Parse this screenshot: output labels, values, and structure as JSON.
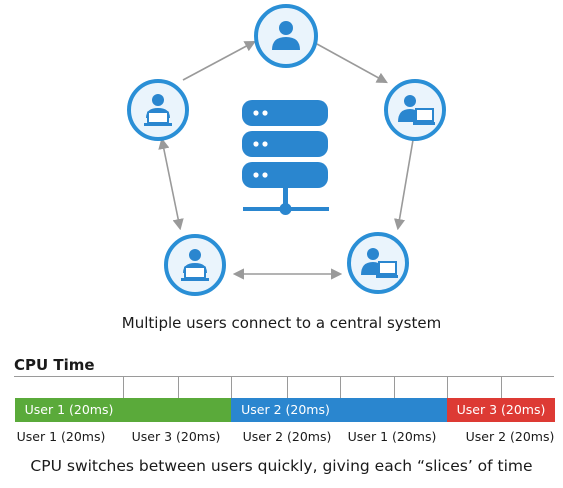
{
  "caption": "Multiple users connect to a central system",
  "cpu_time_title": "CPU Time",
  "segments": [
    {
      "label": "User 1 (20ms)",
      "color": "#5aaa3a"
    },
    {
      "label": "",
      "color": "#5aaa3a"
    },
    {
      "label": "User 2 (20ms)",
      "color": "#2a86cf"
    },
    {
      "label": "",
      "color": "#2a86cf"
    },
    {
      "label": "User 3 (20ms)",
      "color": "#dd3a34"
    }
  ],
  "under_labels": [
    "User 1 (20ms)",
    "User 3 (20ms)",
    "User 2 (20ms)",
    "User 1 (20ms)",
    "User 2 (20ms)"
  ],
  "footer_caption": "CPU switches between users quickly, giving each “slices’ of time",
  "colors": {
    "node_ring": "#2a8fd6",
    "node_fill": "#eaf4fc",
    "server": "#2a86cf",
    "arrow": "#9a9a9a"
  }
}
